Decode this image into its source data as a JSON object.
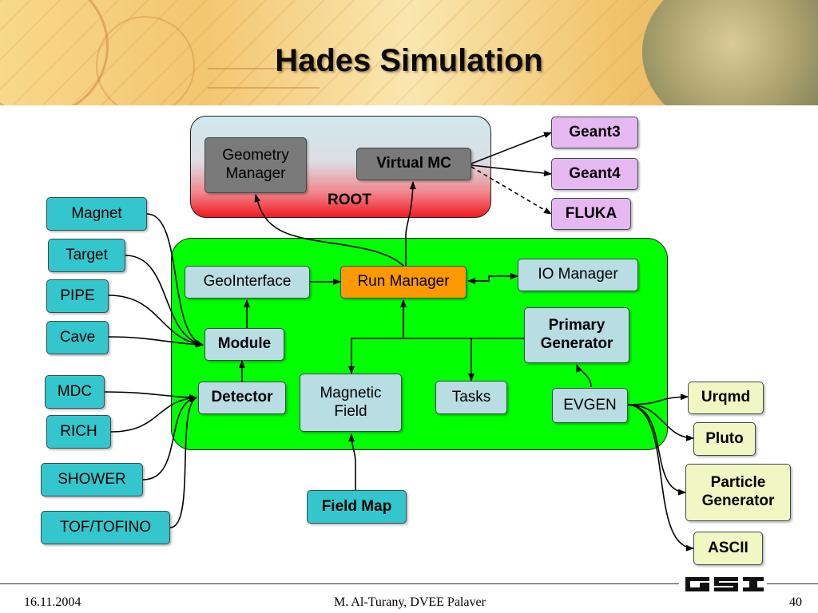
{
  "title": "Hades Simulation",
  "root": {
    "label": "ROOT",
    "geometry_manager": "Geometry\nManager",
    "virtual_mc": "Virtual MC"
  },
  "engines": [
    "Geant3",
    "Geant4",
    "FLUKA"
  ],
  "detectors_left": [
    "Magnet",
    "Target",
    "PIPE",
    "Cave",
    "MDC",
    "RICH",
    "SHOWER",
    "TOF/TOFINO"
  ],
  "core": {
    "geointerface": "GeoInterface",
    "run_manager": "Run Manager",
    "io_manager": "IO Manager",
    "primary_generator": "Primary\nGenerator",
    "module": "Module",
    "detector": "Detector",
    "magnetic_field": "Magnetic\nField",
    "tasks": "Tasks",
    "evgen": "EVGEN"
  },
  "field_map": "Field Map",
  "generators": [
    "Urqmd",
    "Pluto",
    "Particle\nGenerator",
    "ASCII"
  ],
  "footer": {
    "date": "16.11.2004",
    "author": "M. Al-Turany,  DVEE  Palaver",
    "page": "40",
    "logo": "GSI"
  },
  "colors": {
    "teal": "#33c6cc",
    "light_blue": "#b8dde2",
    "green_panel": "#00ff00",
    "run_manager": "#ff9900",
    "engine_violet": "#e6b8f2",
    "generator_yellow": "#f0f7c2",
    "root_red": "#f11a20"
  }
}
